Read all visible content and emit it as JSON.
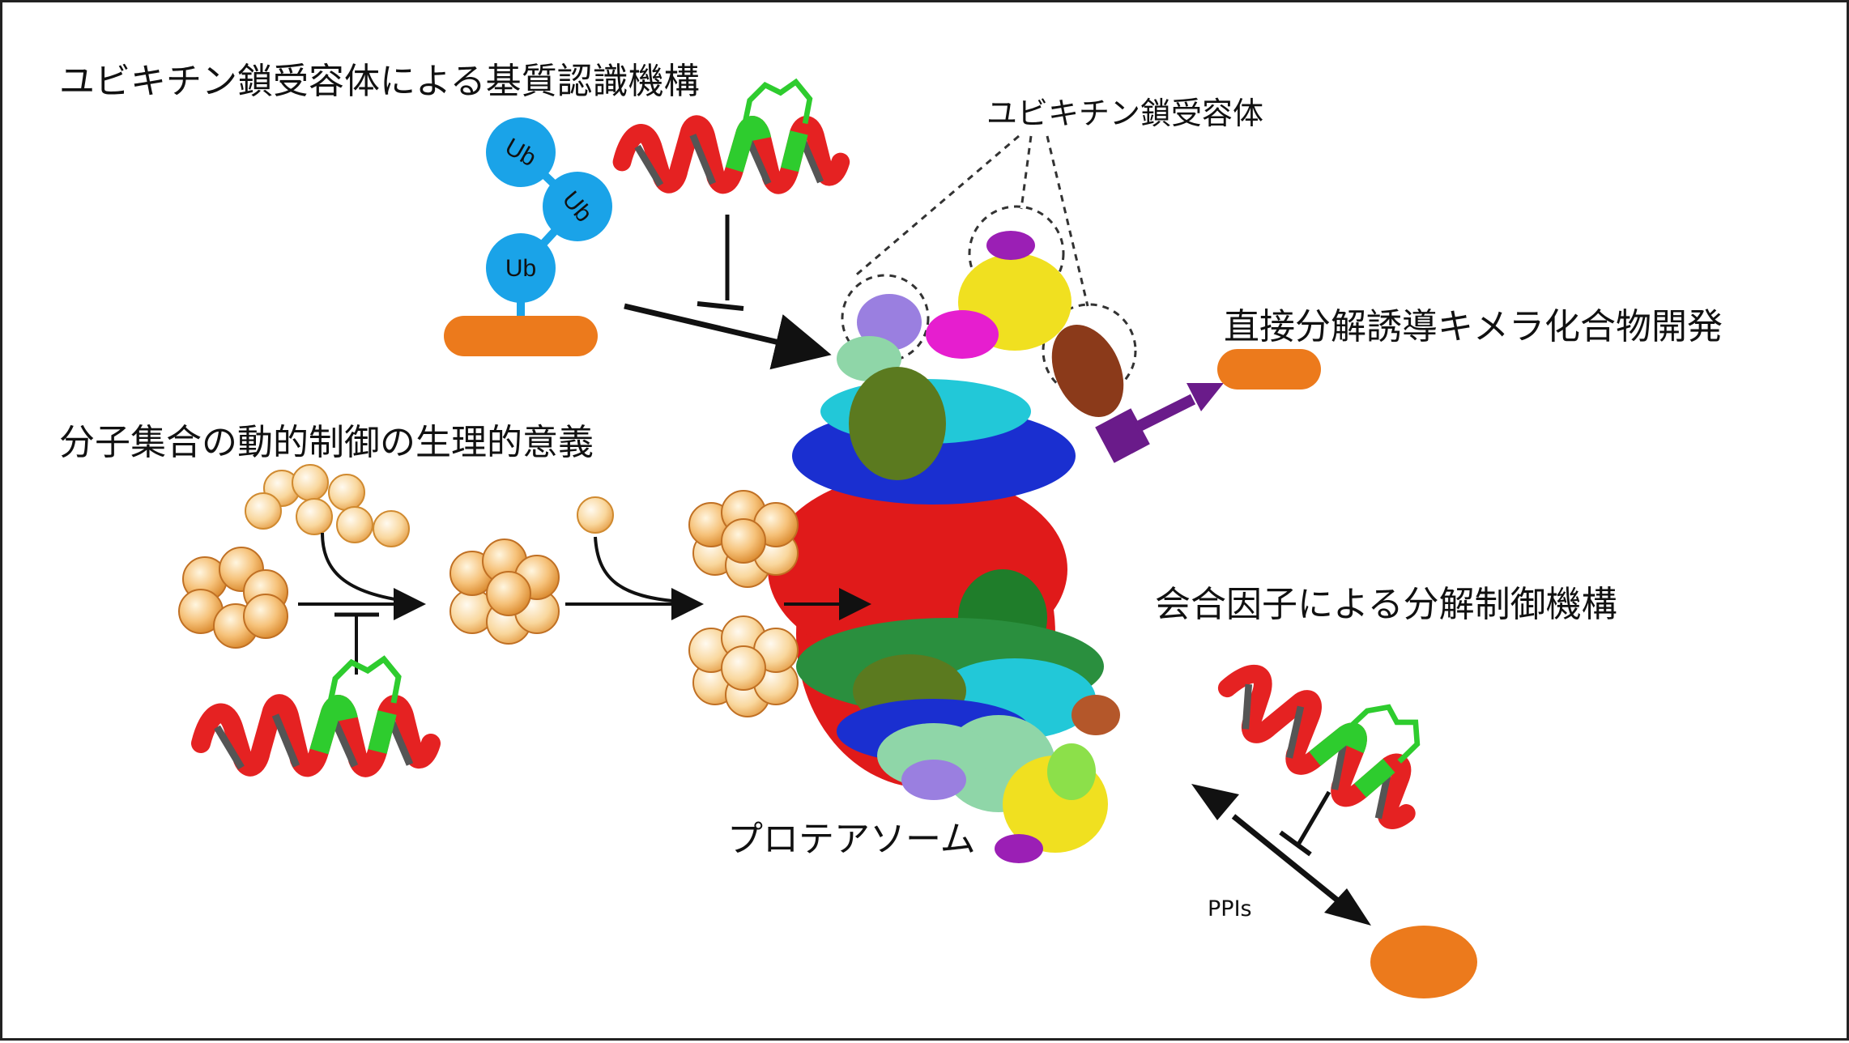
{
  "labels": {
    "ub_recognition": "ユビキチン鎖受容体による基質認識機構",
    "ub_receptor": "ユビキチン鎖受容体",
    "degrader": "直接分解誘導キメラ化合物開発",
    "assembly": "分子集合の動的制御の生理的意義",
    "association": "会合因子による分解制御機構",
    "proteasome": "プロテアソーム",
    "ppis": "PPIs"
  },
  "ubiquitin": {
    "units": [
      "Ub",
      "Ub",
      "Ub"
    ]
  },
  "icons": {
    "helix": "alpha-helix-icon",
    "substrate": "substrate-ellipse-icon",
    "sphere": "ring-subunit-sphere-icon",
    "proteasome": "proteasome-structure-icon"
  },
  "colors": {
    "ubiquitin": "#1aa3e8",
    "substrate": "#ec7a1c",
    "helix_red": "#e52222",
    "helix_green": "#2ecc2e",
    "degrader_arrow": "#6a1b8a",
    "sphere": "#f3b35c",
    "proteasome_core": "#e01a1a"
  }
}
